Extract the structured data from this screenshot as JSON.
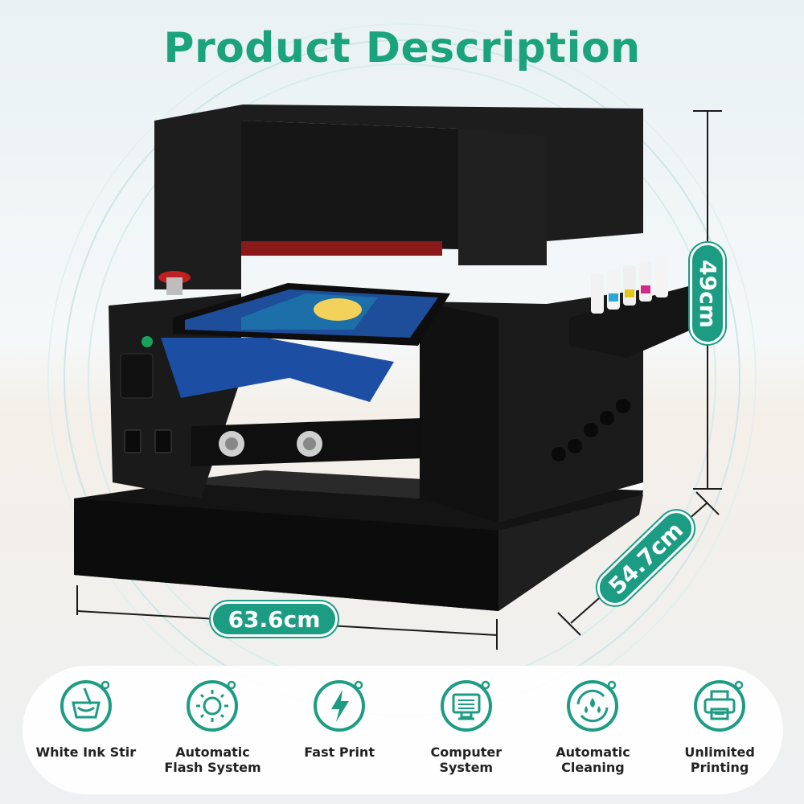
{
  "title": "Product Description",
  "dimensions": {
    "width": "63.6cm",
    "height": "49cm",
    "depth": "54.7cm"
  },
  "features": [
    {
      "icon": "white-ink-stir-icon",
      "label": "White Ink Stir"
    },
    {
      "icon": "flash-system-icon",
      "label": "Automatic\nFlash System"
    },
    {
      "icon": "fast-print-icon",
      "label": "Fast Print"
    },
    {
      "icon": "computer-system-icon",
      "label": "Computer\nSystem"
    },
    {
      "icon": "automatic-cleaning-icon",
      "label": "Automatic\nCleaning"
    },
    {
      "icon": "unlimited-printing-icon",
      "label": "Unlimited\nPrinting"
    }
  ],
  "colors": {
    "accent": "#1aa37c",
    "label_bg": "#1d9c84",
    "printer_body": "#1c1c1c"
  }
}
